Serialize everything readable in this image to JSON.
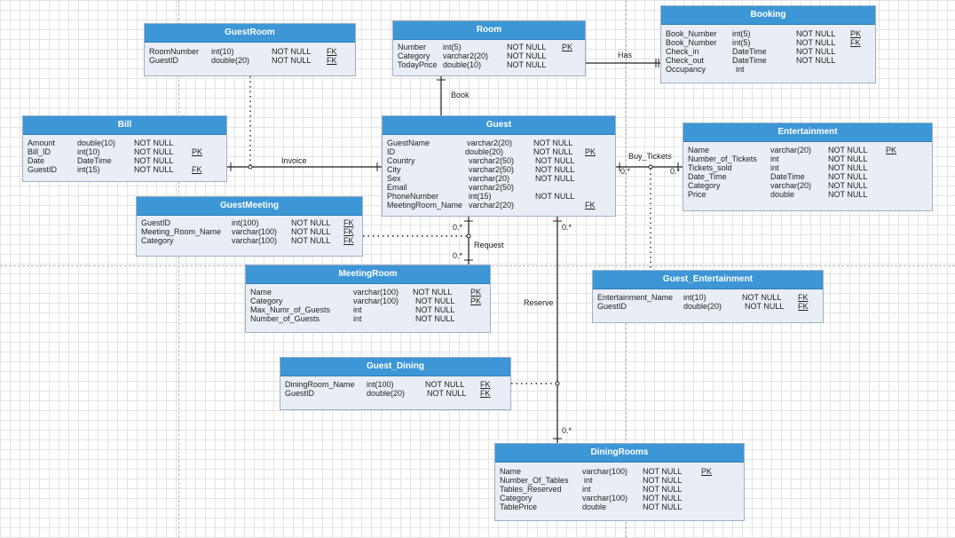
{
  "entities": {
    "guestroom": {
      "title": "GuestRoom",
      "rows": [
        {
          "name": "RoomNumber",
          "type": "int(10)",
          "null": "NOT NULL",
          "key": "FK"
        },
        {
          "name": "GuestID",
          "type": "double(20)",
          "null": "NOT NULL",
          "key": "FK"
        }
      ]
    },
    "room": {
      "title": "Room",
      "rows": [
        {
          "name": "Number",
          "type": "int(5)",
          "null": "NOT NULL",
          "key": "PK"
        },
        {
          "name": "Category",
          "type": "varchar2(20)",
          "null": "NOT NULL",
          "key": ""
        },
        {
          "name": "TodayPrice",
          "type": "double(10)",
          "null": "NOT NULL",
          "key": ""
        }
      ]
    },
    "booking": {
      "title": "Booking",
      "rows": [
        {
          "name": "Book_Number",
          "type": "int(5)",
          "null": "NOT NULL",
          "key": "PK"
        },
        {
          "name": "Book_Number",
          "type": "int(5)",
          "null": "NOT NULL",
          "key": "FK"
        },
        {
          "name": "Check_in",
          "type": "DateTime",
          "null": "NOT NULL",
          "key": ""
        },
        {
          "name": "Check_out",
          "type": "DateTime",
          "null": "NOT NULL",
          "key": ""
        },
        {
          "name": "Occupancy",
          "type": "int",
          "null": "",
          "key": ""
        }
      ]
    },
    "bill": {
      "title": "Bill",
      "rows": [
        {
          "name": "Amount",
          "type": "double(10)",
          "null": "NOT NULL",
          "key": ""
        },
        {
          "name": "Bill_ID",
          "type": "int(10)",
          "null": "NOT NULL",
          "key": "PK"
        },
        {
          "name": "Date",
          "type": "DateTime",
          "null": "NOT NULL",
          "key": ""
        },
        {
          "name": "GuestID",
          "type": "int(15)",
          "null": "NOT NULL",
          "key": "FK"
        }
      ]
    },
    "guest": {
      "title": "Guest",
      "rows": [
        {
          "name": "GuestName",
          "type": "varchar2(20)",
          "null": "NOT NULL",
          "key": ""
        },
        {
          "name": "ID",
          "type": "double(20)",
          "null": "NOT NULL",
          "key": "PK"
        },
        {
          "name": "Country",
          "type": "varchar2(50)",
          "null": "NOT NULL",
          "key": ""
        },
        {
          "name": "City",
          "type": "varchar2(50)",
          "null": "NOT NULL",
          "key": ""
        },
        {
          "name": "Sex",
          "type": "varchar(20)",
          "null": "NOT NULL",
          "key": ""
        },
        {
          "name": "Email",
          "type": "varchar2(50)",
          "null": "",
          "key": ""
        },
        {
          "name": "PhoneNumber",
          "type": "int(15)",
          "null": "NOT NULL",
          "key": ""
        },
        {
          "name": "MeetingRoom_Name",
          "type": "varchar2(20)",
          "null": "",
          "key": "FK"
        }
      ]
    },
    "entertainment": {
      "title": "Entertainment",
      "rows": [
        {
          "name": "Name",
          "type": "varchar(20)",
          "null": "NOT NULL",
          "key": "PK"
        },
        {
          "name": "Number_of_Tickets",
          "type": "int",
          "null": "NOT NULL",
          "key": ""
        },
        {
          "name": "Tickets_sold",
          "type": "int",
          "null": "NOT NULL",
          "key": ""
        },
        {
          "name": "Date_Time",
          "type": "DateTime",
          "null": "NOT NULL",
          "key": ""
        },
        {
          "name": "Category",
          "type": "varchar(20)",
          "null": "NOT NULL",
          "key": ""
        },
        {
          "name": "Price",
          "type": "double",
          "null": "NOT NULL",
          "key": ""
        }
      ]
    },
    "guestmeeting": {
      "title": "GuestMeeting",
      "rows": [
        {
          "name": "GuestID",
          "type": "int(100)",
          "null": "NOT NULL",
          "key": "FK"
        },
        {
          "name": "Meeting_Room_Name",
          "type": "varchar(100)",
          "null": "NOT NULL",
          "key": "FK"
        },
        {
          "name": "Category",
          "type": "varchar(100)",
          "null": "NOT NULL",
          "key": "FK"
        }
      ]
    },
    "meetingroom": {
      "title": "MeetingRoom",
      "rows": [
        {
          "name": "Name",
          "type": "varchar(100)",
          "null": "NOT NULL",
          "key": "PK"
        },
        {
          "name": "Category",
          "type": "varchar(100)",
          "null": "NOT NULL",
          "key": "PK"
        },
        {
          "name": "Max_Numr_of_Guests",
          "type": "int",
          "null": "NOT NULL",
          "key": ""
        },
        {
          "name": "Number_of_Guests",
          "type": "int",
          "null": "NOT NULL",
          "key": ""
        }
      ]
    },
    "guest_entertainment": {
      "title": "Guest_Entertainment",
      "rows": [
        {
          "name": "Entertainment_Name",
          "type": "int(10)",
          "null": "NOT NULL",
          "key": "FK"
        },
        {
          "name": "GuestID",
          "type": "double(20)",
          "null": "NOT NULL",
          "key": "FK"
        }
      ]
    },
    "guest_dining": {
      "title": "Guest_Dining",
      "rows": [
        {
          "name": "DiningRoom_Name",
          "type": "int(100)",
          "null": "NOT NULL",
          "key": "FK"
        },
        {
          "name": "GuestID",
          "type": "double(20)",
          "null": "NOT NULL",
          "key": "FK"
        }
      ]
    },
    "diningrooms": {
      "title": "DiningRooms",
      "rows": [
        {
          "name": "Name",
          "type": "varchar(100)",
          "null": "NOT NULL",
          "key": "PK"
        },
        {
          "name": "Number_Of_Tables",
          "type": "int",
          "null": "NOT NULL",
          "key": ""
        },
        {
          "name": "Tables_Reserved",
          "type": "int",
          "null": "NOT NULL",
          "key": ""
        },
        {
          "name": "Category",
          "type": "varchar(100)",
          "null": "NOT NULL",
          "key": ""
        },
        {
          "name": "TablePrice",
          "type": "double",
          "null": "NOT NULL",
          "key": ""
        }
      ]
    }
  },
  "relationships": {
    "has": "Has",
    "book": "Book",
    "invoice": "Invoice",
    "buy_tickets": "Buy_Tickets",
    "request": "Request",
    "reserve": "Reserve"
  },
  "cardinality": {
    "buy_guest": "0.*",
    "buy_ent": "0.*",
    "request_top": "0.*",
    "request_bottom": "0.*",
    "reserve_top": "0.*",
    "reserve_bottom": "0.*"
  },
  "colors": {
    "header": "#3d96d6",
    "body": "#e9eef6",
    "line": "#222222"
  }
}
